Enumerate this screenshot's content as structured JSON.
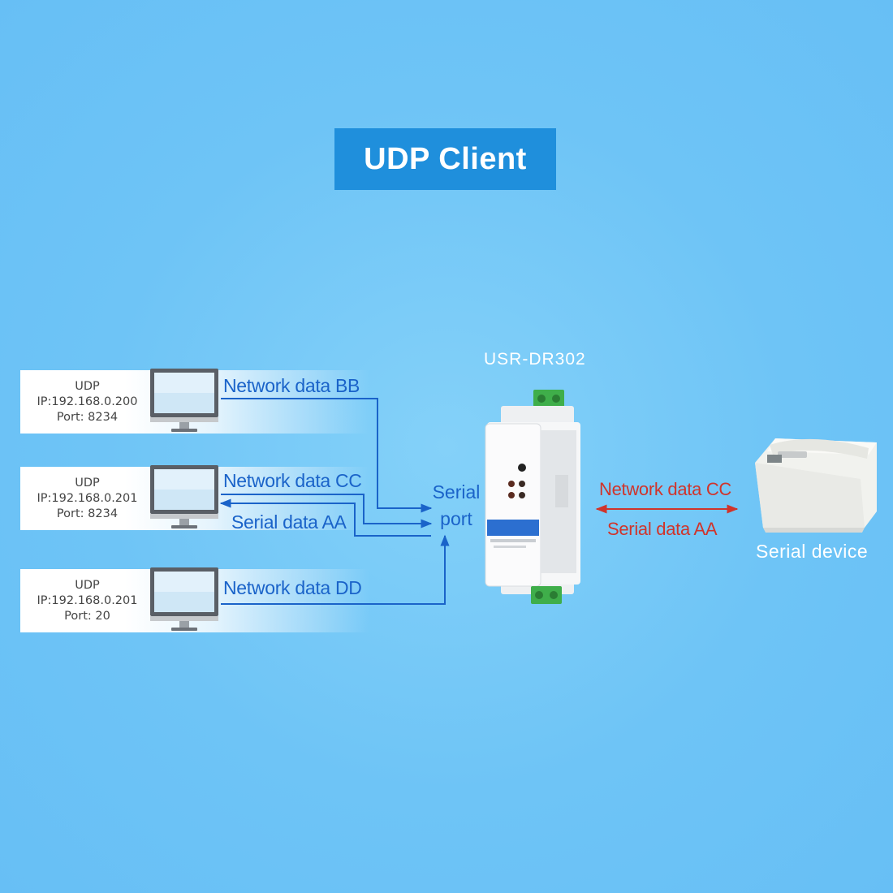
{
  "title": "UDP Client",
  "hosts": [
    {
      "proto": "UDP",
      "ip": "IP:192.168.0.200",
      "port": "Port:  8234",
      "label": "Network data BB"
    },
    {
      "proto": "UDP",
      "ip": "IP:192.168.0.201",
      "port": "Port:  8234",
      "label": "Network data CC",
      "label2": "Serial data AA"
    },
    {
      "proto": "UDP",
      "ip": "IP:192.168.0.201",
      "port": "Port:  20",
      "label": "Network data DD"
    }
  ],
  "serial_port": {
    "line1": "Serial",
    "line2": "port"
  },
  "device": {
    "name": "USR-DR302",
    "brand": "USR-DR302"
  },
  "serial_link": {
    "top": "Network data CC",
    "bottom": "Serial data AA"
  },
  "serial_device": {
    "label": "Serial device"
  },
  "colors": {
    "accent": "#1f8fdc",
    "flow_blue": "#1a63c9",
    "flow_red": "#d0342b"
  }
}
